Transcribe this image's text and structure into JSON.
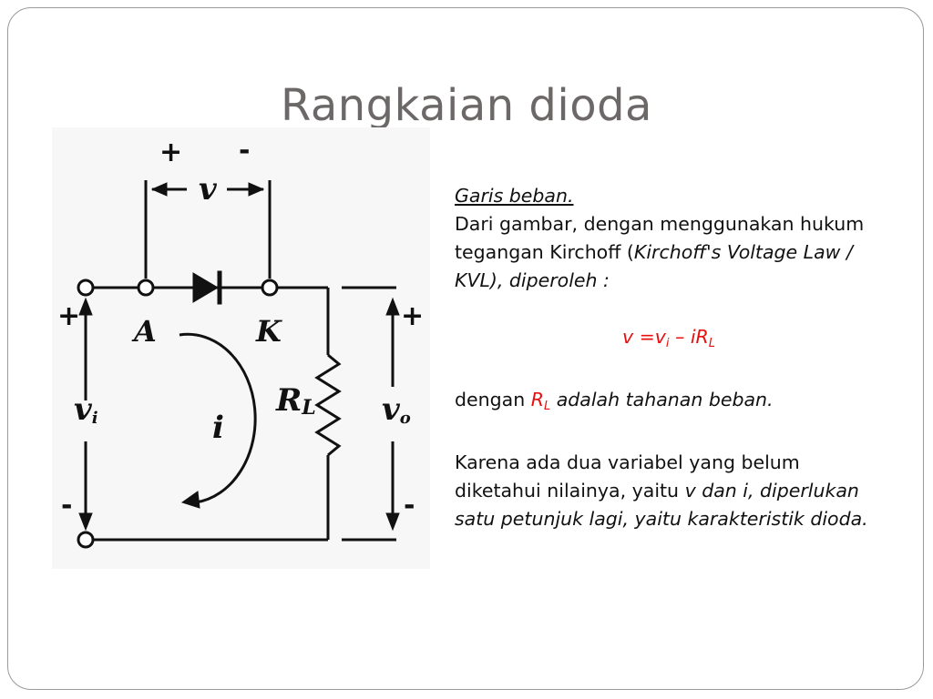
{
  "slide": {
    "title": "Rangkaian dioda"
  },
  "circuit": {
    "plus_top": "+",
    "minus_top": "-",
    "v_label": "v",
    "node_a": "A",
    "node_k": "K",
    "plus_left": "+",
    "minus_left": "-",
    "vi_label": "v",
    "vi_sub": "i",
    "current_label": "i",
    "rl_label": "R",
    "rl_sub": "L",
    "plus_right": "+",
    "minus_right": "-",
    "vo_label": "v",
    "vo_sub": "o"
  },
  "text": {
    "heading": "Garis beban.",
    "p1_a": "Dari gambar, dengan menggunakan hukum tegangan Kirchoff (",
    "p1_b": "Kirchoff's Voltage Law / KVL), diperoleh :",
    "eq_a": "v =v",
    "eq_b": "i",
    "eq_c": " – iR",
    "eq_d": "L",
    "p2_a": "dengan ",
    "p2_b": "R",
    "p2_c": "L",
    "p2_d": " adalah tahanan beban.",
    "p3_a": "Karena ada dua variabel yang belum diketahui nilainya, yaitu ",
    "p3_b": "v dan i, diperlukan satu petunjuk lagi, yaitu karakteristik dioda."
  },
  "colors": {
    "accent_red": "#e8100f",
    "title_gray": "#6d6868"
  }
}
